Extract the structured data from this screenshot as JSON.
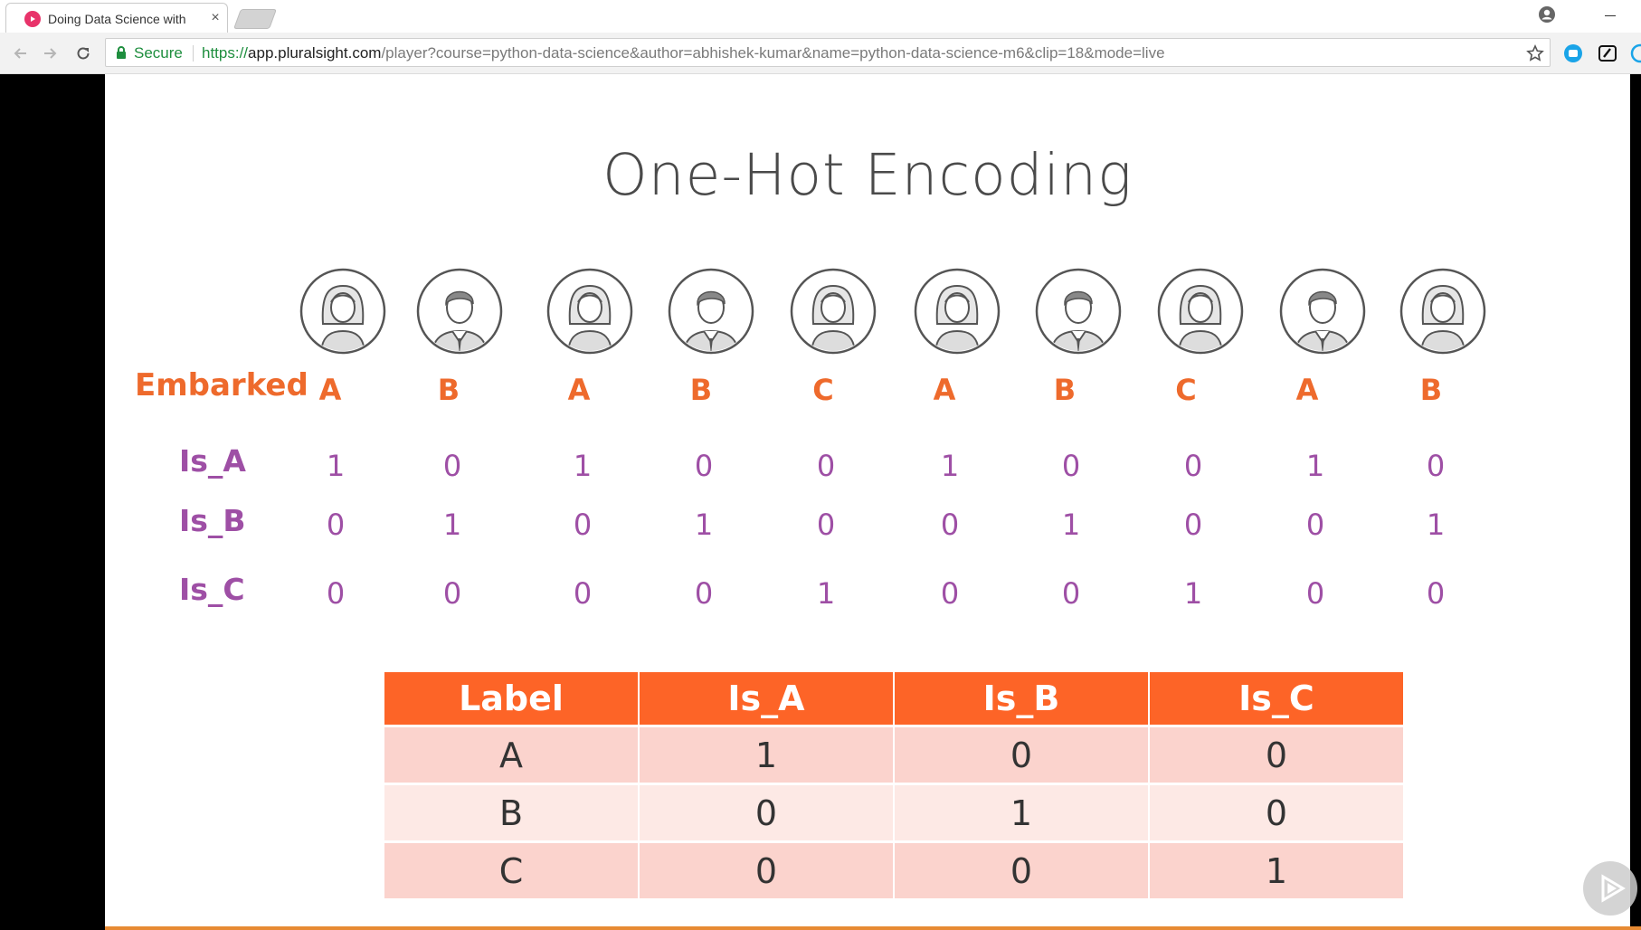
{
  "browser": {
    "tab_title": "Doing Data Science with",
    "tab_close": "×",
    "secure_label": "Secure",
    "url_scheme": "https://",
    "url_host": "app.pluralsight.com",
    "url_path": "/player?course=python-data-science&author=abhishek-kumar&name=python-data-science-m6&clip=18&mode=live",
    "icons": [
      "back-icon",
      "forward-icon",
      "reload-icon",
      "lock-icon",
      "star-icon",
      "profile-icon",
      "minimize-icon"
    ]
  },
  "slide": {
    "title": "One-Hot Encoding",
    "avatars": [
      "female",
      "male",
      "female",
      "male",
      "female",
      "female",
      "male",
      "female",
      "male",
      "female"
    ],
    "row_labels": {
      "embarked": "Embarked",
      "is_a": "Is_A",
      "is_b": "Is_B",
      "is_c": "Is_C"
    },
    "embarked": [
      "A",
      "B",
      "A",
      "B",
      "C",
      "A",
      "B",
      "C",
      "A",
      "B"
    ],
    "is_a": [
      "1",
      "0",
      "1",
      "0",
      "0",
      "1",
      "0",
      "0",
      "1",
      "0"
    ],
    "is_b": [
      "0",
      "1",
      "0",
      "1",
      "0",
      "0",
      "1",
      "0",
      "0",
      "1"
    ],
    "is_c": [
      "0",
      "0",
      "0",
      "0",
      "1",
      "0",
      "0",
      "1",
      "0",
      "0"
    ],
    "table": {
      "headers": [
        "Label",
        "Is_A",
        "Is_B",
        "Is_C"
      ],
      "rows": [
        [
          "A",
          "1",
          "0",
          "0"
        ],
        [
          "B",
          "0",
          "1",
          "0"
        ],
        [
          "C",
          "0",
          "0",
          "1"
        ]
      ]
    }
  },
  "colors": {
    "orange": "#ee6a2c",
    "purple": "#9e4fa5",
    "table_header": "#fd6427",
    "table_row_dark": "#fbd3cd",
    "table_row_light": "#fde9e5",
    "secure_green": "#1e8e3e"
  }
}
